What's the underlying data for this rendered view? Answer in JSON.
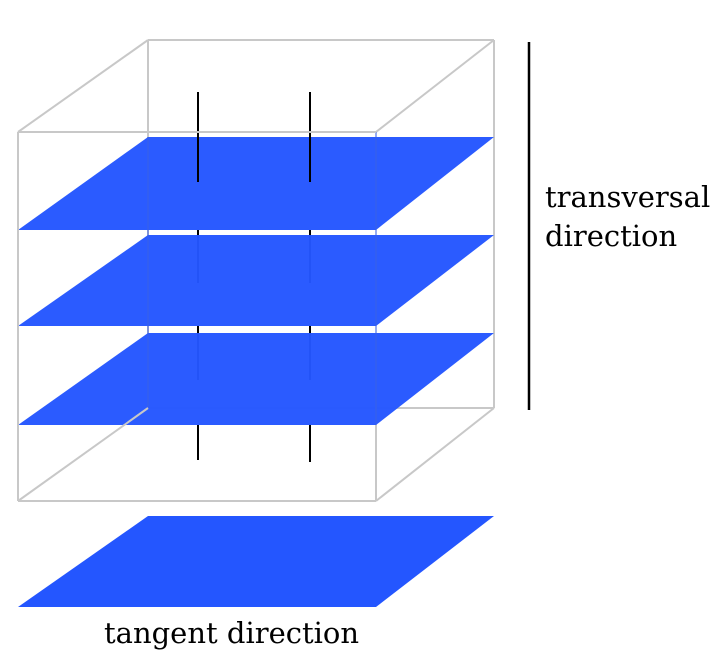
{
  "labels": {
    "transversal_line1": "transversal",
    "transversal_line2": "direction",
    "tangent": "tangent direction"
  },
  "colors": {
    "plane": "#2456ff",
    "box_edge": "#c8c8c8",
    "fiber": "#000000",
    "background": "#ffffff"
  },
  "counts": {
    "stacked_planes": 3,
    "base_planes": 1,
    "transversal_fibers": 2
  }
}
